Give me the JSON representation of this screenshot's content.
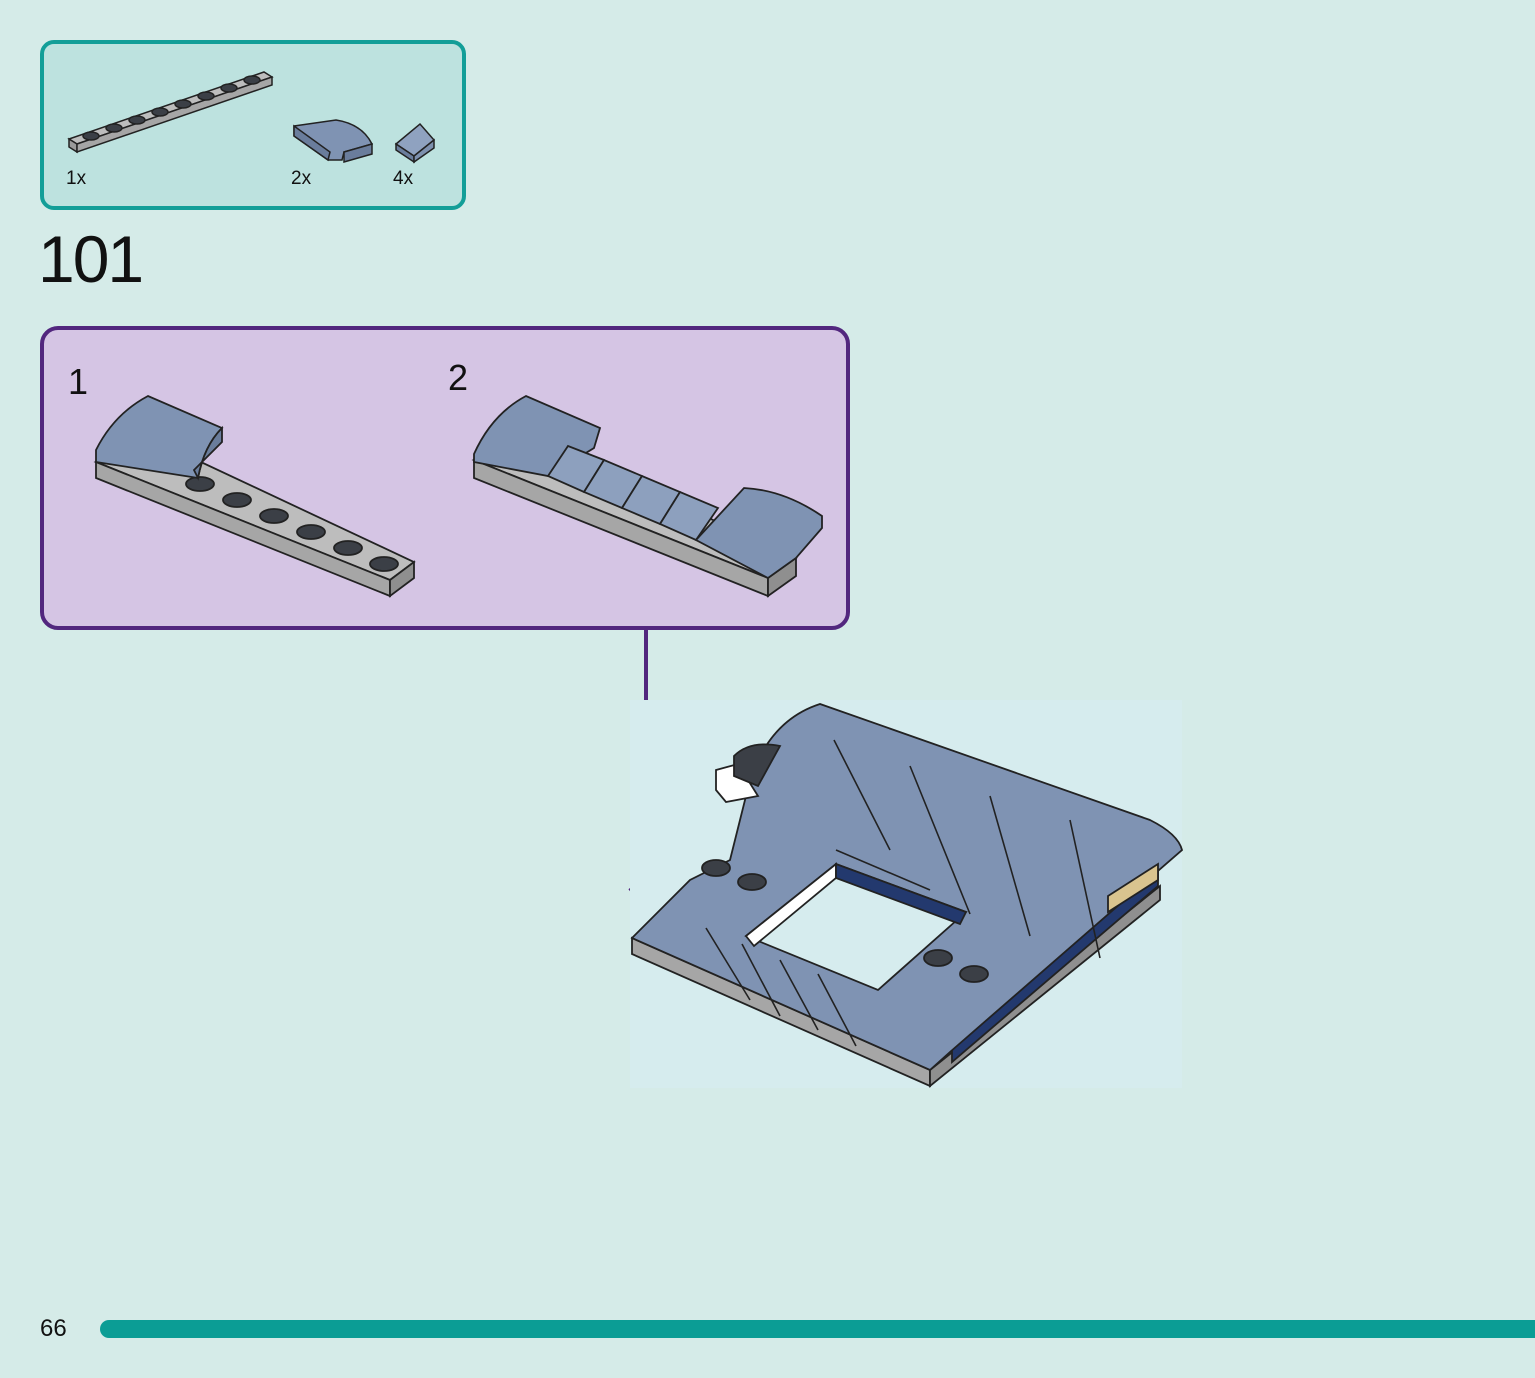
{
  "parts_list": {
    "items": [
      {
        "quantity": "1x",
        "part": "plate-1x8-gray"
      },
      {
        "quantity": "2x",
        "part": "curved-slope-blue"
      },
      {
        "quantity": "4x",
        "part": "slope-small-blue"
      }
    ]
  },
  "step": {
    "number": "101"
  },
  "substeps": [
    {
      "number": "1"
    },
    {
      "number": "2"
    }
  ],
  "footer": {
    "page_number": "66"
  },
  "colors": {
    "page_bg": "#d5ebe8",
    "parts_border": "#139e98",
    "substep_border": "#52277e",
    "brick_blue": "#7f93b3",
    "brick_gray": "#a4a4a4",
    "stud_dark": "#3b3f46",
    "progress": "#0b9d95"
  }
}
